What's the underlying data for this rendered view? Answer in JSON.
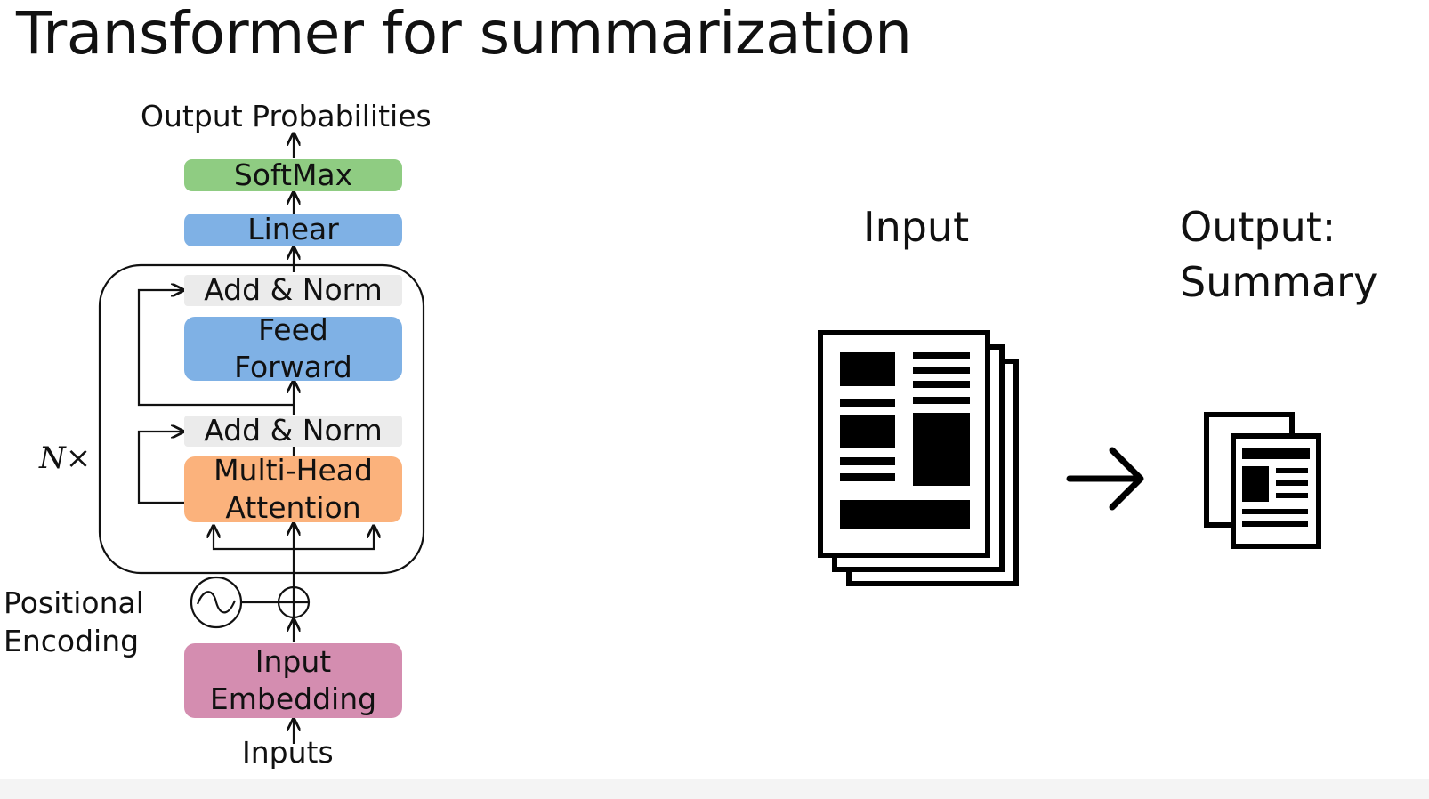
{
  "slide": {
    "title": "Transformer for summarization"
  },
  "transformer": {
    "output_label": "Output Probabilities",
    "softmax": "SoftMax",
    "linear": "Linear",
    "add_norm_top": "Add & Norm",
    "feed_forward": [
      "Feed",
      "Forward"
    ],
    "add_norm_bottom": "Add & Norm",
    "attention": [
      "Multi-Head",
      "Attention"
    ],
    "repeat_label": "N×",
    "positional_encoding": [
      "Positional",
      "Encoding"
    ],
    "input_embedding": [
      "Input",
      "Embedding"
    ],
    "inputs_label": "Inputs",
    "colors": {
      "softmax": "#8fcc82",
      "linear": "#7fb1e5",
      "feed_forward": "#7fb1e5",
      "add_norm": "#ebebeb",
      "attention": "#fbb27c",
      "embedding": "#d48db0"
    }
  },
  "summary": {
    "input_label": "Input",
    "output_label": [
      "Output:",
      "Summary"
    ],
    "icons": [
      "stacked-document-icon",
      "arrow-right-icon",
      "summary-document-icon"
    ]
  }
}
